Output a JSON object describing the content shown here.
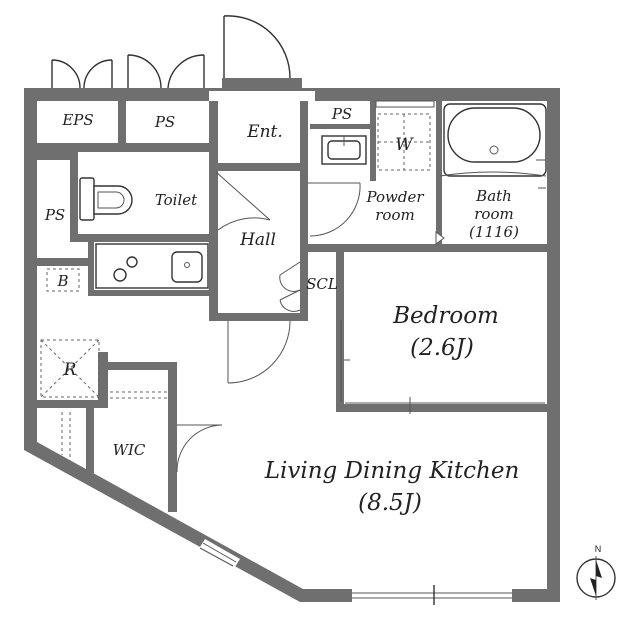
{
  "rooms": {
    "eps": "EPS",
    "ps_top": "PS",
    "entrance": "Ent.",
    "ps_small": "PS",
    "washer": "W",
    "toilet": "Toilet",
    "ps_left": "PS",
    "powder_room_line1": "Powder",
    "powder_room_line2": "room",
    "bath_line1": "Bath",
    "bath_line2": "room",
    "bath_line3": "(1116)",
    "hall": "Hall",
    "b": "B",
    "scl": "SCL",
    "bedroom": "Bedroom",
    "bedroom_size": "(2.6J)",
    "r": "R",
    "wic": "WIC",
    "ldk": "Living Dining Kitchen",
    "ldk_size": "(8.5J)"
  },
  "compass": {
    "north_label": "N"
  }
}
